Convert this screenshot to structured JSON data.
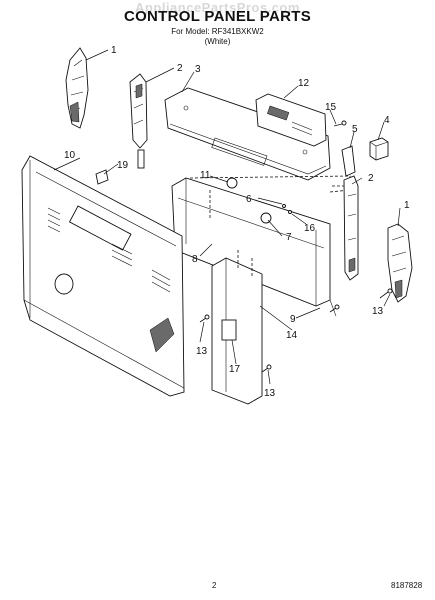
{
  "watermark": "AppliancePartsPros.com",
  "header": {
    "title": "CONTROL PANEL PARTS",
    "model_line": "For Model: RF341BXKW2",
    "color_line": "(White)"
  },
  "callouts": {
    "p1a": "1",
    "p1b": "1",
    "p2a": "2",
    "p2b": "2",
    "p3": "3",
    "p4": "4",
    "p5": "5",
    "p6": "6",
    "p7": "7",
    "p8": "8",
    "p9": "9",
    "p10": "10",
    "p11": "11",
    "p12": "12",
    "p13a": "13",
    "p13b": "13",
    "p13c": "13",
    "p14": "14",
    "p15": "15",
    "p16": "16",
    "p17": "17",
    "p19": "19"
  },
  "footer": {
    "page_number": "2",
    "document_number": "8187828"
  }
}
